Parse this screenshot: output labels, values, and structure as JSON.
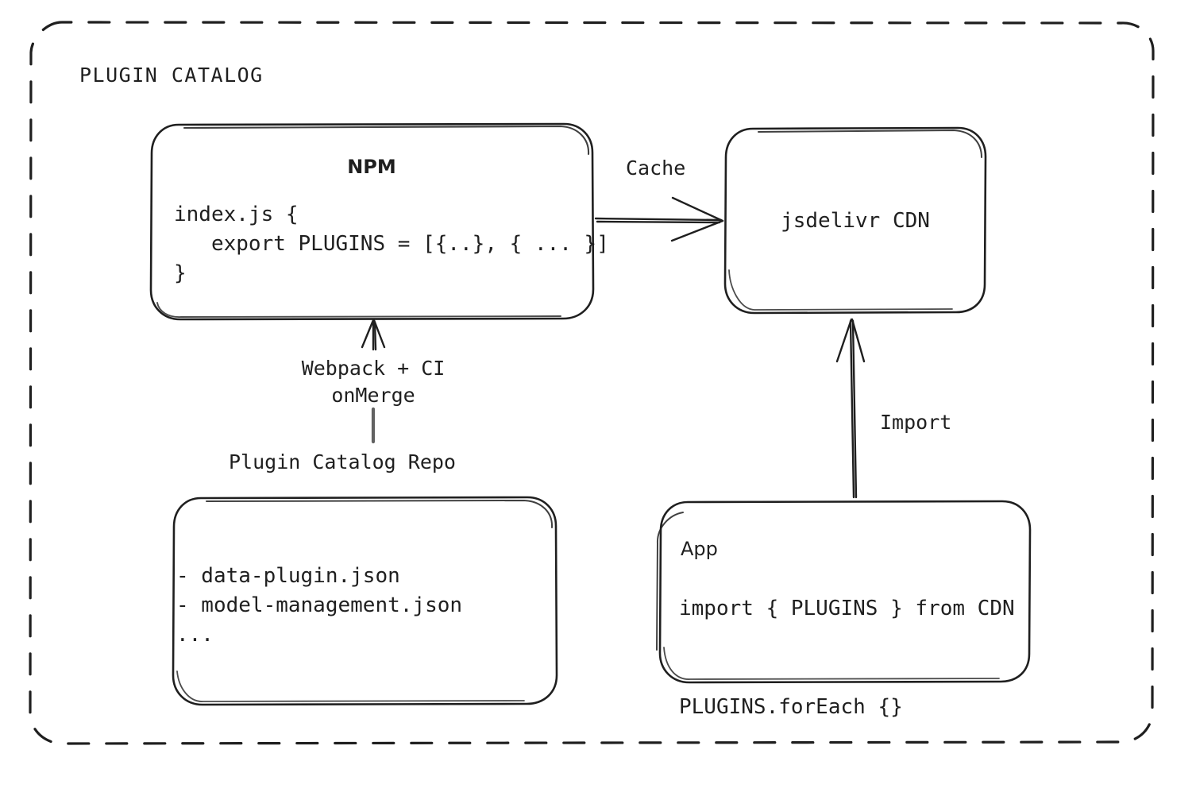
{
  "diagram": {
    "container": {
      "label": "PLUGIN CATALOG",
      "border_style": "dashed",
      "border_color": "#1f1f1f"
    },
    "background_color": "#ffffff",
    "stroke_color": "#1f1f1f",
    "nodes": {
      "npm": {
        "title": "NPM",
        "code": "index.js {\n   export PLUGINS = [{..}, { ... }]\n}"
      },
      "cdn": {
        "title": "jsdelivr CDN"
      },
      "repo": {
        "caption": "Plugin Catalog Repo",
        "files": "- data-plugin.json\n- model-management.json\n..."
      },
      "app": {
        "title": "App",
        "code": "import { PLUGINS } from CDN\n\nPLUGINS.forEach {}"
      }
    },
    "edges": {
      "npm_to_cdn": {
        "label": "Cache",
        "direction": "right"
      },
      "repo_to_npm": {
        "label": "Webpack + CI\nonMerge",
        "direction": "up"
      },
      "app_to_cdn": {
        "label": "Import",
        "direction": "up"
      }
    }
  }
}
